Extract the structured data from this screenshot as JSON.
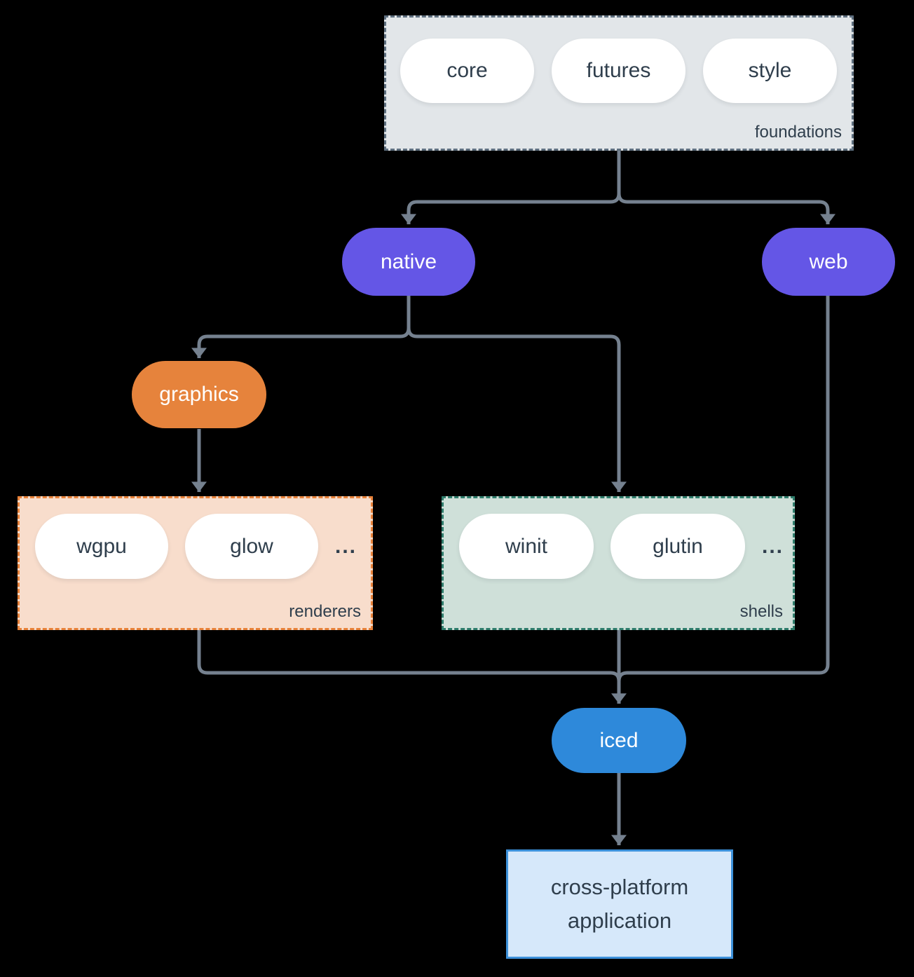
{
  "colors": {
    "background": "#000000",
    "line": "#75818f",
    "text_dark": "#2f3e4c",
    "text_light": "#ffffff",
    "purple": "#6456e6",
    "orange": "#e6833c",
    "blue": "#2e89da",
    "foundations_fill": "#e2e6e9",
    "foundations_border": "#5e6f7f",
    "renderers_fill": "#f8ddcc",
    "renderers_border": "#e8823a",
    "shells_fill": "#cfe0d9",
    "shells_border": "#2f7d6c",
    "app_fill": "#d6e8fa",
    "app_border": "#3d91da"
  },
  "foundations": {
    "label": "foundations",
    "pills": [
      "core",
      "futures",
      "style"
    ]
  },
  "nodes": {
    "native": {
      "label": "native"
    },
    "web": {
      "label": "web"
    },
    "graphics": {
      "label": "graphics"
    },
    "iced": {
      "label": "iced"
    }
  },
  "renderers": {
    "label": "renderers",
    "pills": [
      "wgpu",
      "glow"
    ],
    "ellipsis": "..."
  },
  "shells": {
    "label": "shells",
    "pills": [
      "winit",
      "glutin"
    ],
    "ellipsis": "..."
  },
  "application": {
    "line1": "cross-platform",
    "line2": "application"
  }
}
